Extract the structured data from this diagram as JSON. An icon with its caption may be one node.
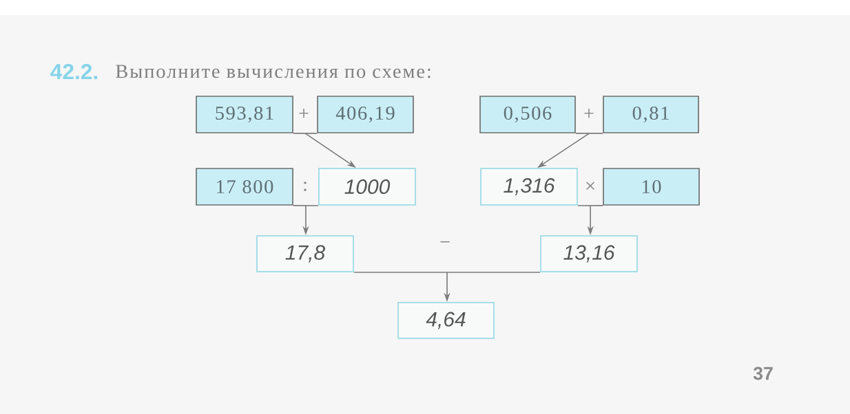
{
  "diagram": {
    "title": "Выполните вычисления по схеме:",
    "nodes": [
      {
        "text": [
          "593,81"
        ]
      },
      {
        "text": [
          "406,19"
        ]
      },
      {
        "text": [
          "0,506"
        ]
      },
      {
        "text": [
          "0,81"
        ]
      },
      {
        "text": [
          "17 800"
        ]
      },
      {
        "text": [
          "1000"
        ]
      },
      {
        "text": [
          "1,316"
        ]
      },
      {
        "text": [
          "10"
        ]
      },
      {
        "text": [
          "17,8"
        ]
      },
      {
        "text": [
          "13,16"
        ]
      },
      {
        "text": [
          "4,64"
        ]
      }
    ],
    "edges": [
      {
        "from": 0,
        "to": 5,
        "arrow": "to"
      },
      {
        "from": 1,
        "to": 5,
        "arrow": "to"
      },
      {
        "from": 2,
        "to": 6,
        "arrow": "to"
      },
      {
        "from": 3,
        "to": 6,
        "arrow": "to"
      },
      {
        "from": 4,
        "to": 8,
        "arrow": "to"
      },
      {
        "from": 5,
        "to": 8,
        "arrow": "to"
      },
      {
        "from": 6,
        "to": 9,
        "arrow": "to"
      },
      {
        "from": 7,
        "to": 9,
        "arrow": "to"
      },
      {
        "from": 8,
        "to": 10,
        "arrow": "to"
      },
      {
        "from": 9,
        "to": 10,
        "arrow": "to"
      }
    ],
    "labels": [
      "42.2.",
      "+",
      "+",
      ":",
      "×",
      "−",
      "37"
    ]
  }
}
